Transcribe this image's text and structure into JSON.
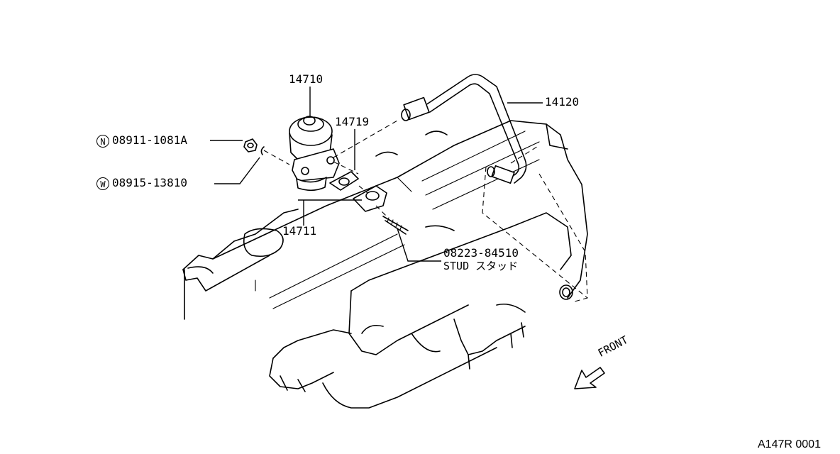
{
  "labels": {
    "egr_valve": "14710",
    "gasket_valve": "14719",
    "egr_tube": "14120",
    "nut_symbol": "N",
    "nut": "08911-1081A",
    "washer_symbol": "W",
    "washer": "08915-13810",
    "gasket_adapter": "14711",
    "stud_part": "08223-84510",
    "stud_name": "STUD スタッド",
    "front": "FRONT",
    "figure_code": "A147R 0001"
  }
}
